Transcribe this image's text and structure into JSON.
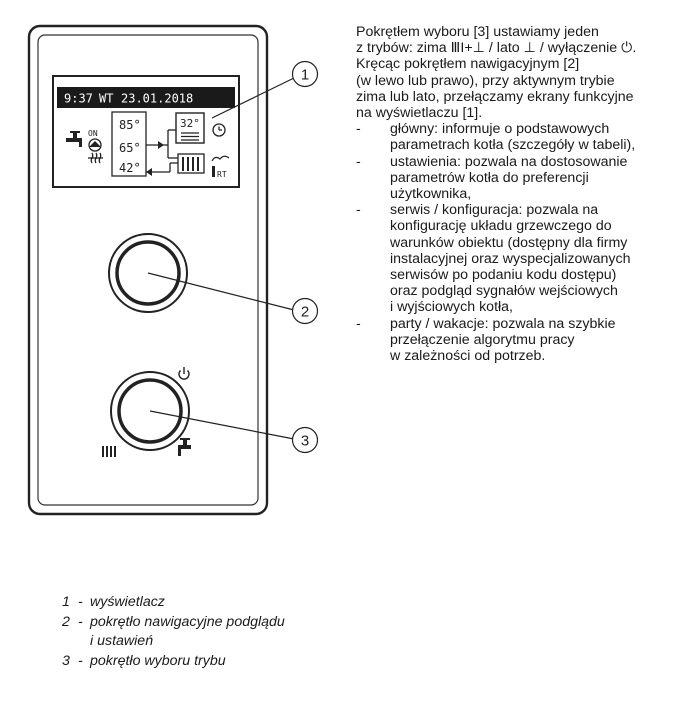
{
  "display": {
    "time": "9:37",
    "day": "WT",
    "date": "23.01.2018",
    "boiler_temp": "85°",
    "setpoint_temp": "65°",
    "return_temp": "42°",
    "dhw_temp": "32°",
    "pump_label": "ON",
    "room_label": "RT"
  },
  "callouts": [
    "1",
    "2",
    "3"
  ],
  "description": {
    "intro_lines": [
      "Pokrętłem wyboru [3] ustawiamy jeden",
      "z trybów: zima ⅢI+⊥ / lato ⊥ / wyłączenie ⏻.",
      "Kręcąc pokrętłem nawigacyjnym [2]",
      "(w lewo lub prawo), przy aktywnym trybie",
      "zima lub lato, przełączamy ekrany funkcyjne",
      "na wyświetlaczu [1]."
    ],
    "bullets": [
      [
        "główny: informuje o podstawowych",
        "parametrach kotła (szczegóły w tabeli),"
      ],
      [
        "ustawienia: pozwala na dostosowanie",
        "parametrów kotła do preferencji",
        "użytkownika,"
      ],
      [
        "serwis / konfiguracja: pozwala na",
        "konfigurację układu grzewczego do",
        "warunków obiektu (dostępny dla firmy",
        "instalacyjnej oraz wyspecjalizowanych",
        "serwisów po podaniu kodu dostępu)",
        "oraz podgląd sygnałów wejściowych",
        "i wyjściowych kotła,"
      ],
      [
        "party / wakacje: pozwala na szybkie",
        "przełączenie algorytmu pracy",
        "w zależności od potrzeb."
      ]
    ]
  },
  "legend": [
    {
      "num": "1",
      "text": "wyświetlacz"
    },
    {
      "num": "2",
      "text": "pokrętło nawigacyjne podglądu",
      "cont": "i ustawień"
    },
    {
      "num": "3",
      "text": "pokrętło wyboru trybu"
    }
  ]
}
